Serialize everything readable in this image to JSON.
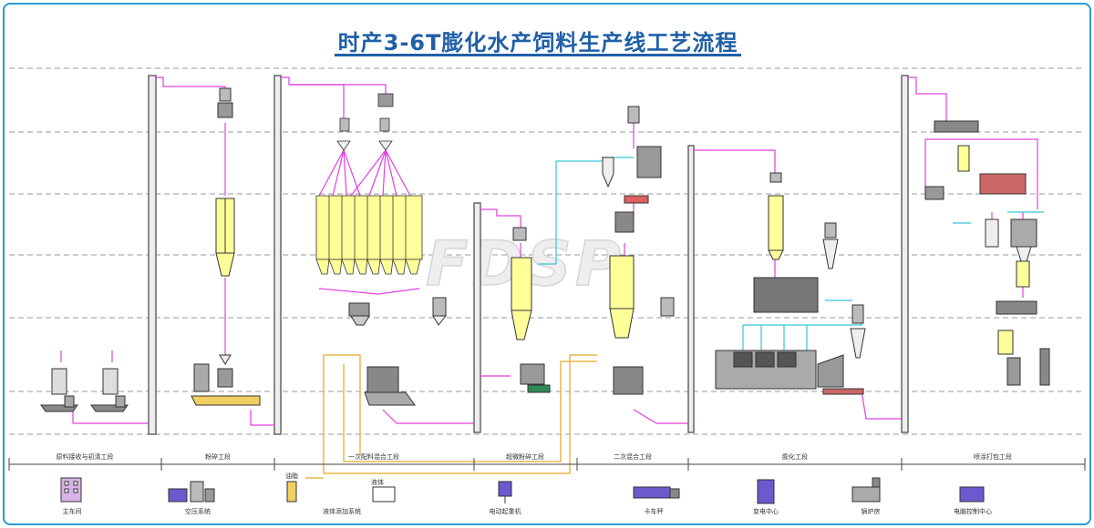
{
  "title": "时产3-6T膨化水产饲料生产线工艺流程",
  "watermark": "FDSP",
  "sections": [
    "原料接收与初清工段",
    "粉碎工段",
    "一次配料混合工段",
    "超微粉碎工段",
    "二次混合工段",
    "膨化工段",
    "喷涂打包工段"
  ],
  "facilities": [
    "主车间",
    "空压系统",
    "液体添加系统",
    "电动起重机",
    "卡车秤",
    "变电中心",
    "锅炉房",
    "电脑控制中心"
  ],
  "liquid_labels": [
    "油脂",
    "液体"
  ],
  "colors": {
    "frame": "#2a9bd1",
    "title": "#1f5fa8",
    "material_line": "#e040e0",
    "air_line": "#35c6d6",
    "liquid_line": "#e8b84a",
    "bin": "#ffff99",
    "machine": "#555555"
  }
}
